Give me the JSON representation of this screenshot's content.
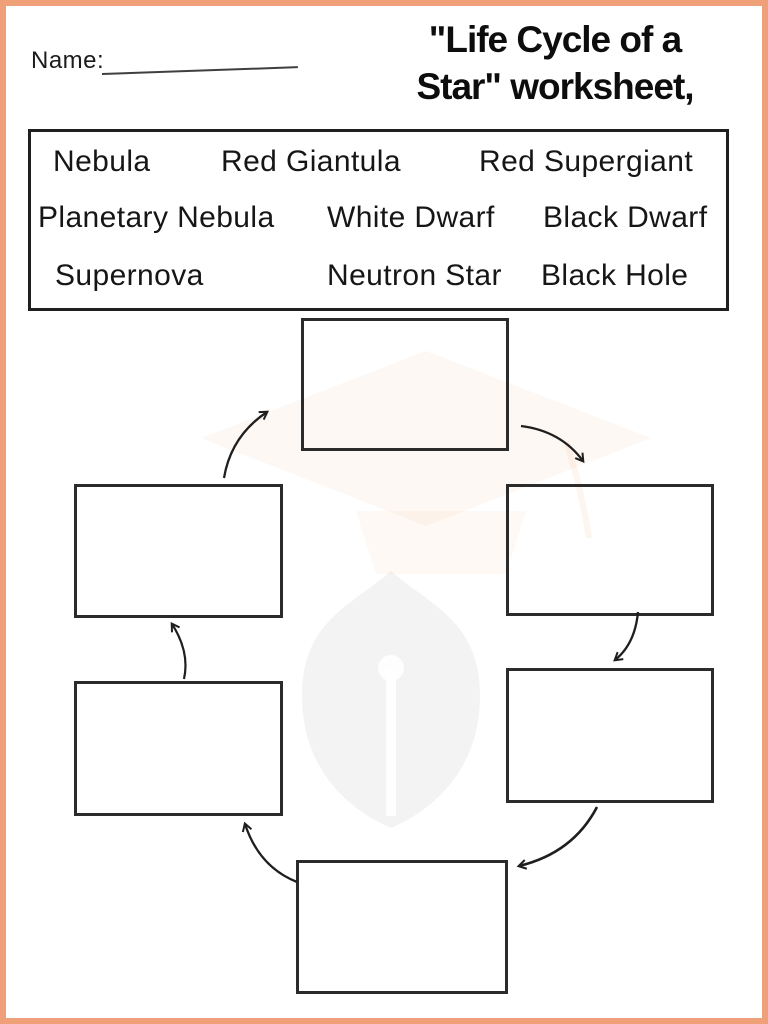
{
  "header": {
    "name_label": "Name:",
    "title_line1": "\"Life Cycle of a",
    "title_line2": "Star\" worksheet,"
  },
  "word_bank": {
    "rows": [
      [
        "Nebula",
        "Red Giantula",
        "Red Supergiant"
      ],
      [
        "Planetary Nebula",
        "White Dwarf",
        "Black Dwarf"
      ],
      [
        "Supernova",
        "Neutron Star",
        "Black Hole"
      ]
    ]
  },
  "diagram": {
    "description": "six empty answer boxes arranged in a clockwise cycle joined by curved arrows",
    "boxes": [
      {
        "slot": "top-center",
        "value": ""
      },
      {
        "slot": "right-upper",
        "value": ""
      },
      {
        "slot": "right-lower",
        "value": ""
      },
      {
        "slot": "bottom-center",
        "value": ""
      },
      {
        "slot": "left-lower",
        "value": ""
      },
      {
        "slot": "left-upper",
        "value": ""
      }
    ]
  },
  "colors": {
    "page_border": "#F0A078",
    "box_border": "#2B2B2B",
    "arrow": "#1F1F1F",
    "text": "#161616",
    "watermark_orange": "#E8832E",
    "watermark_gray": "#5A5A5A"
  }
}
